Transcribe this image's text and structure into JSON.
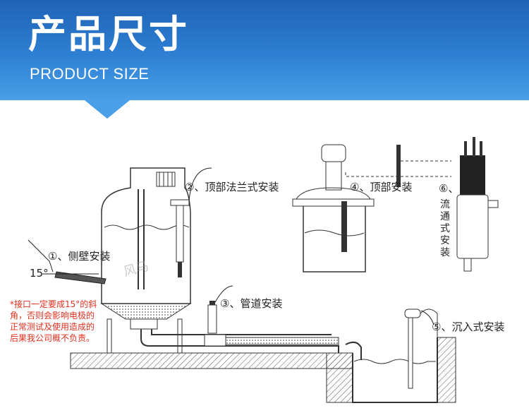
{
  "header": {
    "title": "产品尺寸",
    "subtitle": "PRODUCT SIZE"
  },
  "labels": {
    "side_wall": "①、侧壁安装",
    "top_flange": "②、顶部法兰式安装",
    "pipeline": "③、管道安装",
    "top_mount": "④、顶部安装",
    "flow_through": "⑥、",
    "flow_through_vertical": "流通式安装",
    "submersion": "⑤、沉入式安装",
    "angle": "15°",
    "watermark": "风马"
  },
  "warning": "*接口一定要成15°的斜角，否则会影响电极的正常测试及使用造成的后果我公司概不负责。",
  "colors": {
    "banner_top": "#1f63b6",
    "banner_bottom": "#4a9fe6",
    "warning": "#e0301e"
  }
}
